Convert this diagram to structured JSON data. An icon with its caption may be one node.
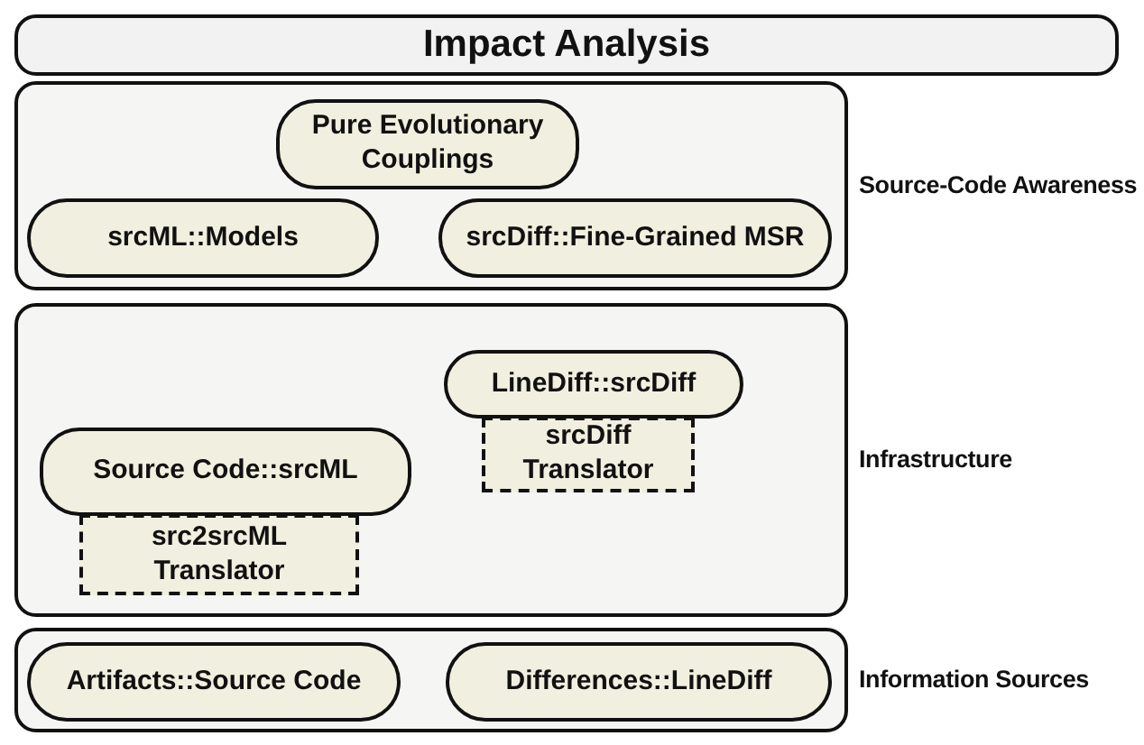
{
  "diagram": {
    "nodes": [
      {
        "text": [
          "Impact Analysis"
        ]
      },
      {
        "text": [],
        "shape": "box",
        "beside": [
          "Source-Code Awareness"
        ]
      },
      {
        "text": [
          "Pure Evolutionary Couplings"
        ],
        "in": 1
      },
      {
        "text": [
          "srcML::Models"
        ],
        "in": 1
      },
      {
        "text": [
          "srcDiff::Fine-Grained MSR"
        ],
        "in": 1
      },
      {
        "text": [],
        "shape": "box",
        "beside": [
          "Infrastructure"
        ]
      },
      {
        "text": [
          "LineDiff::srcDiff"
        ],
        "in": 5
      },
      {
        "text": [
          "srcDiff Translator"
        ],
        "in": 5
      },
      {
        "text": [
          "Source Code::srcML"
        ],
        "in": 5
      },
      {
        "text": [
          "src2srcML Translator"
        ],
        "in": 5
      },
      {
        "text": [],
        "shape": "box",
        "beside": [
          "Information Sources"
        ]
      },
      {
        "text": [
          "Artifacts::Source Code"
        ],
        "in": 10
      },
      {
        "text": [
          "Differences::LineDiff"
        ],
        "in": 10
      }
    ]
  }
}
